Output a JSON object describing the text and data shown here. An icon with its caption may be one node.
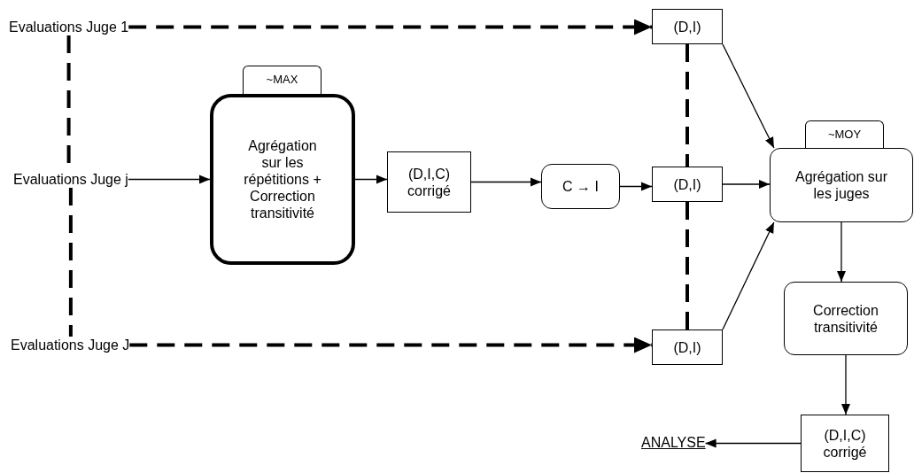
{
  "diagram": {
    "nodes": [
      {
        "text": [
          "Evaluations Juge 1"
        ]
      },
      {
        "text": [
          "Evaluations Juge j"
        ]
      },
      {
        "text": [
          "Evaluations Juge J"
        ]
      },
      {
        "text": [
          "Agrégation sur les répétitions + Correction transitivité"
        ]
      },
      {
        "text": [
          "~MAX"
        ]
      },
      {
        "text": [
          "(D,I,C) corrigé"
        ]
      },
      {
        "text": [
          "C → I"
        ]
      },
      {
        "text": [
          "(D,I)"
        ]
      },
      {
        "text": [
          "(D,I)"
        ]
      },
      {
        "text": [
          "(D,I)"
        ]
      },
      {
        "text": [
          "~MOY"
        ]
      },
      {
        "text": [
          "Agrégation sur les juges"
        ]
      },
      {
        "text": [
          "Correction transitivité"
        ]
      },
      {
        "text": [
          "(D,I,C) corrigé"
        ]
      },
      {
        "text": [
          "ANALYSE"
        ]
      }
    ],
    "edges": [
      {
        "from": 0,
        "to": 7,
        "arrow": "to",
        "style": "dashed"
      },
      {
        "from": 0,
        "to": 1,
        "arrow": "none",
        "style": "dashed"
      },
      {
        "from": 1,
        "to": 2,
        "arrow": "none",
        "style": "dashed"
      },
      {
        "from": 2,
        "to": 9,
        "arrow": "to",
        "style": "dashed"
      },
      {
        "from": 1,
        "to": 3,
        "arrow": "to"
      },
      {
        "from": 3,
        "to": 5,
        "arrow": "to"
      },
      {
        "from": 5,
        "to": 6,
        "arrow": "to"
      },
      {
        "from": 6,
        "to": 8,
        "arrow": "to"
      },
      {
        "from": 7,
        "to": 8,
        "arrow": "none",
        "style": "dashed"
      },
      {
        "from": 8,
        "to": 9,
        "arrow": "none",
        "style": "dashed"
      },
      {
        "from": 7,
        "to": 11,
        "arrow": "to"
      },
      {
        "from": 8,
        "to": 11,
        "arrow": "to"
      },
      {
        "from": 9,
        "to": 11,
        "arrow": "to"
      },
      {
        "from": 11,
        "to": 12,
        "arrow": "to"
      },
      {
        "from": 12,
        "to": 13,
        "arrow": "to"
      },
      {
        "from": 13,
        "to": 14,
        "arrow": "to"
      }
    ]
  }
}
